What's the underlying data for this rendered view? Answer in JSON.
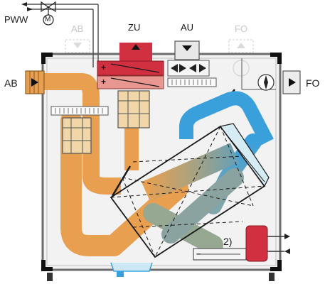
{
  "labels": {
    "pww": "PWW",
    "motor": "M",
    "ab_top": "AB",
    "zu": "ZU",
    "au": "AU",
    "fo_top": "FO",
    "ab_side": "AB",
    "fo_side": "FO",
    "note": "2)",
    "plus_1": "+",
    "plus_2": "+",
    "minus": "–"
  },
  "colors": {
    "extract_air": "#e8a050",
    "exhaust_air": "#3aa0dc",
    "heater": "#d03040",
    "heater_light": "#e89890",
    "housing_stroke": "#6c6c6c",
    "housing_fill": "#f2f2f2"
  }
}
